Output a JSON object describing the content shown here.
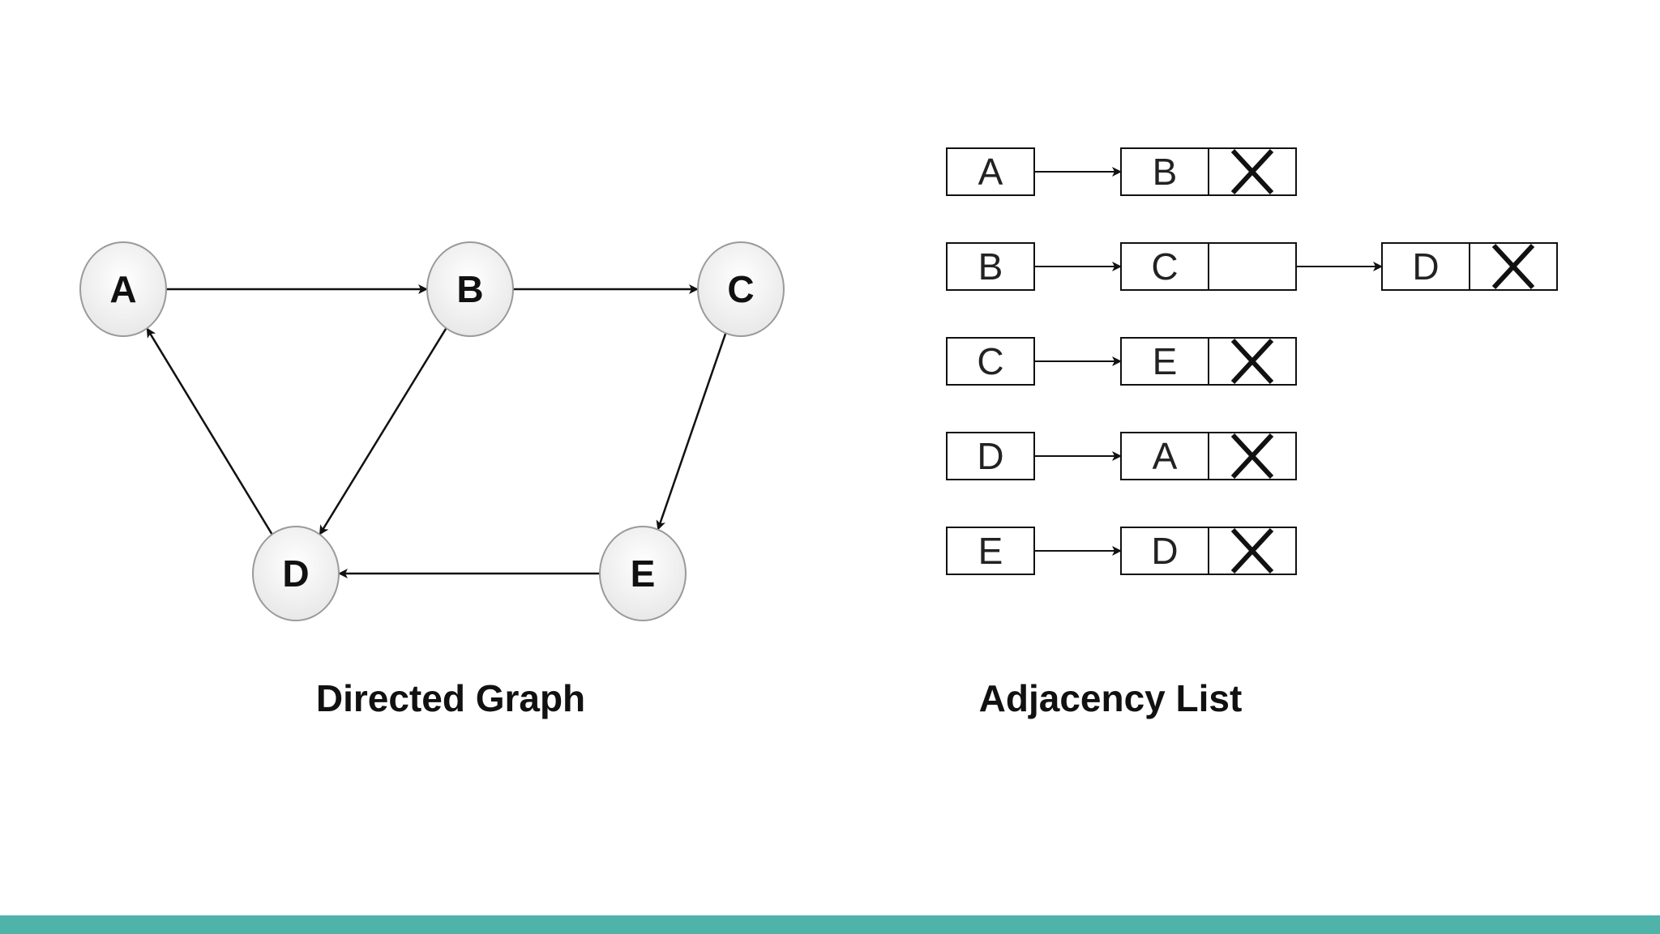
{
  "graph": {
    "caption": "Directed Graph",
    "nodes": [
      {
        "id": "A",
        "label": "A"
      },
      {
        "id": "B",
        "label": "B"
      },
      {
        "id": "C",
        "label": "C"
      },
      {
        "id": "D",
        "label": "D"
      },
      {
        "id": "E",
        "label": "E"
      }
    ],
    "edges": [
      {
        "from": "A",
        "to": "B"
      },
      {
        "from": "B",
        "to": "C"
      },
      {
        "from": "B",
        "to": "D"
      },
      {
        "from": "C",
        "to": "E"
      },
      {
        "from": "D",
        "to": "A"
      },
      {
        "from": "E",
        "to": "D"
      }
    ]
  },
  "adjacency": {
    "caption": "Adjacency List",
    "rows": [
      {
        "head": "A",
        "list": [
          "B"
        ]
      },
      {
        "head": "B",
        "list": [
          "C",
          "D"
        ]
      },
      {
        "head": "C",
        "list": [
          "E"
        ]
      },
      {
        "head": "D",
        "list": [
          "A"
        ]
      },
      {
        "head": "E",
        "list": [
          "D"
        ]
      }
    ]
  },
  "colors": {
    "accent_bar": "#4fb3a9",
    "node_fill": "#f2f2f2",
    "stroke": "#111111"
  }
}
